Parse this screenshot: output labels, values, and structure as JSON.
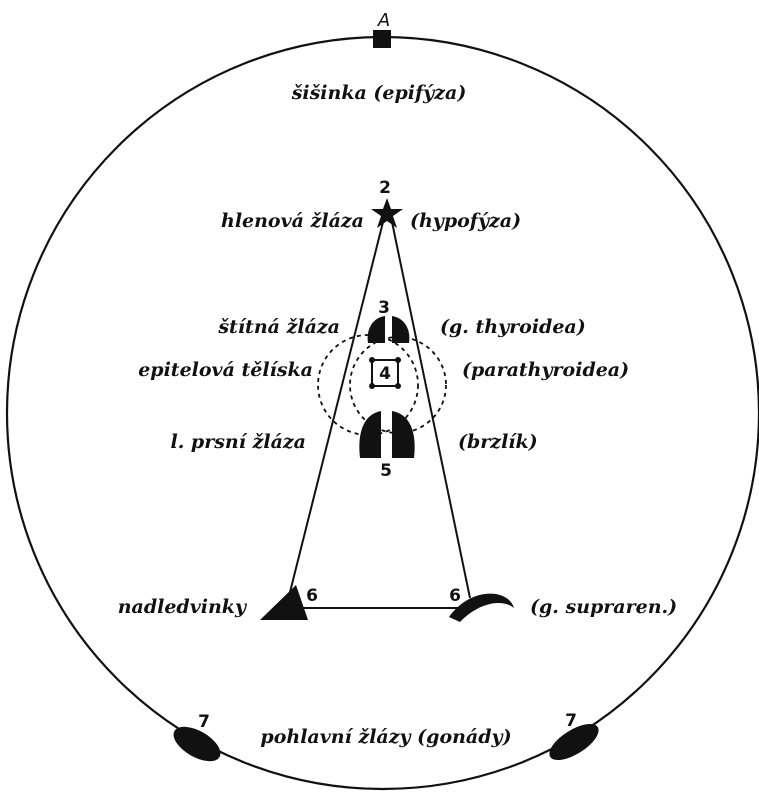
{
  "labels": {
    "epiphysis_cz": "šišinka (epifýza)",
    "hypophysis_cz": "hlenová žláza",
    "hypophysis_lat": "(hypofýza)",
    "thyroid_cz": "štítná žláza",
    "thyroid_lat": "(g. thyroidea)",
    "parathyroid_cz": "epitelová tělíska",
    "parathyroid_lat": "(parathyroidea)",
    "thymus_cz": "l. prsní žláza",
    "thymus_lat": "(brzlík)",
    "adrenal_cz": "nadledvinky",
    "adrenal_lat": "(g. supraren.)",
    "gonads": "pohlavní žlázy (gonády)"
  },
  "markers": {
    "top_letter": "A",
    "n2": "2",
    "n3": "3",
    "n4": "4",
    "n5": "5",
    "n6_left": "6",
    "n6_right": "6",
    "n7_left": "7",
    "n7_right": "7"
  },
  "colors": {
    "ink": "#111111",
    "background": "#ffffff"
  }
}
